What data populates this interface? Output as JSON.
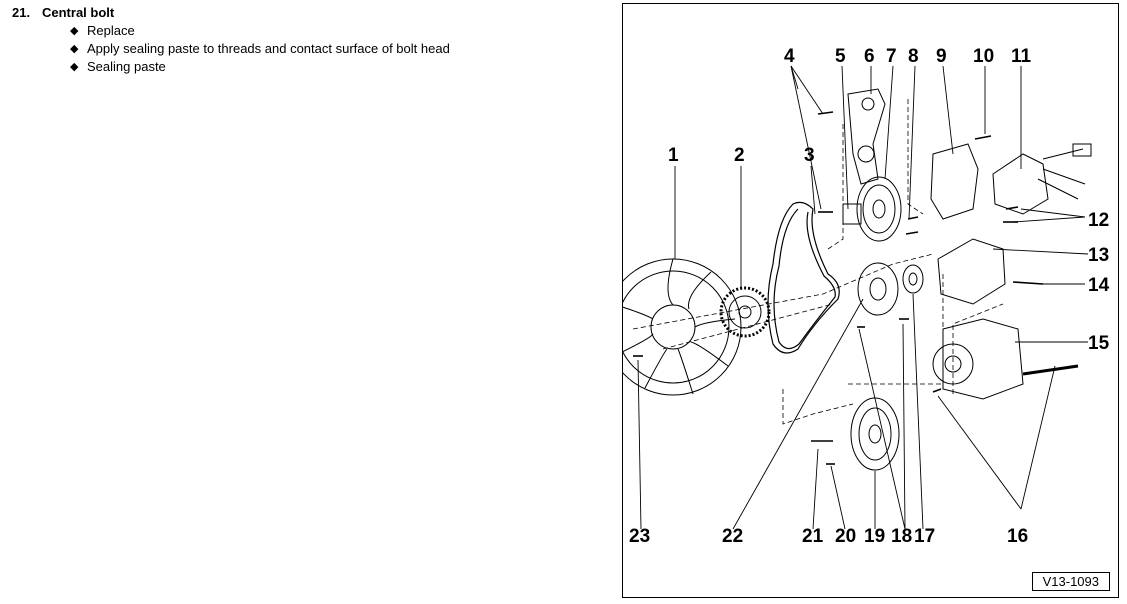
{
  "item": {
    "number": "21.",
    "title": "Central bolt",
    "bullets": [
      "Replace",
      "Apply sealing paste to threads and contact surface of bolt head",
      "Sealing paste"
    ]
  },
  "figure": {
    "id": "V13-1093",
    "callouts": [
      "1",
      "2",
      "3",
      "4",
      "5",
      "6",
      "7",
      "8",
      "9",
      "10",
      "11",
      "12",
      "13",
      "14",
      "15",
      "16",
      "17",
      "18",
      "19",
      "20",
      "21",
      "22",
      "23"
    ]
  }
}
